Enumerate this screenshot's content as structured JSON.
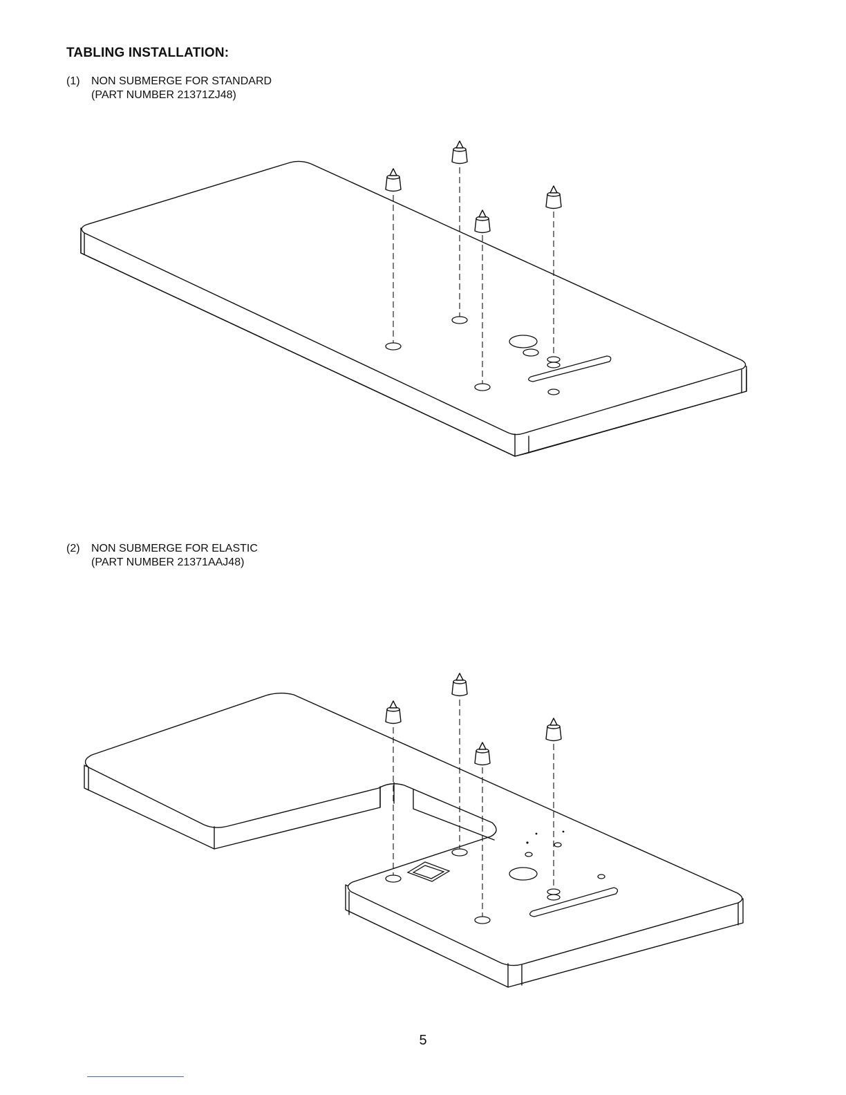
{
  "heading": "TABLING INSTALLATION:",
  "items": [
    {
      "number": "(1)",
      "line1": "NON SUBMERGE FOR STANDARD",
      "line2": "(PART NUMBER 21371ZJ48)"
    },
    {
      "number": "(2)",
      "line1": "NON SUBMERGE FOR ELASTIC",
      "line2": "(PART NUMBER 21371AAJ48)"
    }
  ],
  "page_number": "5",
  "colors": {
    "ink": "#111111",
    "footer_rule": "#4a62c8"
  },
  "icons": [
    "rubber-cushion-icon",
    "table-board-drawing"
  ]
}
